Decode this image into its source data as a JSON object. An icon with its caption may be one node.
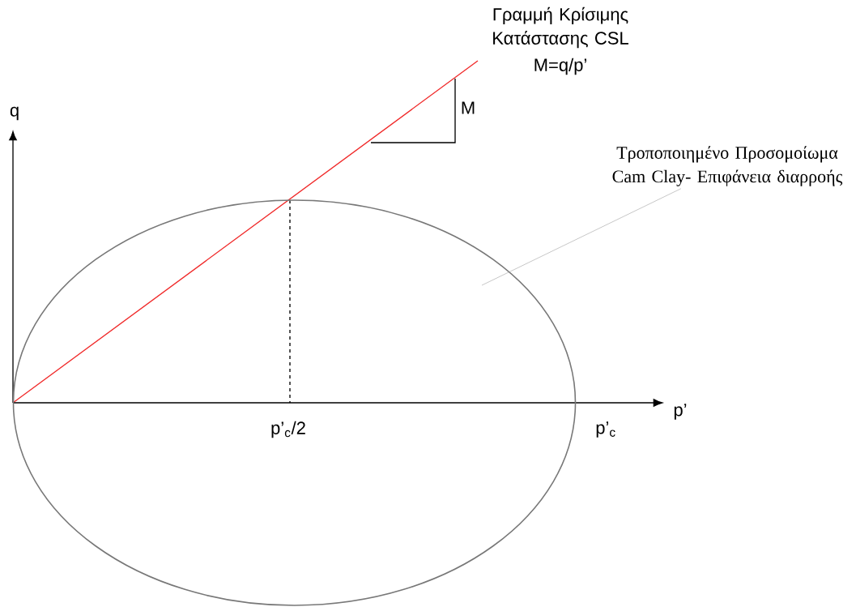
{
  "diagram": {
    "nodes": [
      {
        "text": [
          "Τροποποιημένο Προσομοίωμα Cam Clay- Επιφάνεια διαρροής"
        ]
      },
      {
        "text": [],
        "shape": "ellipse"
      }
    ],
    "edges": [
      {
        "from": 0,
        "to": 1,
        "arrow": "none"
      }
    ],
    "labels": [
      "Γραμμή Κρίσιμης Κατάστασης CSL",
      "M=q/p’",
      "q",
      "M",
      "p’",
      "p’$_{c}$/2",
      "p’$_{c}$"
    ]
  }
}
